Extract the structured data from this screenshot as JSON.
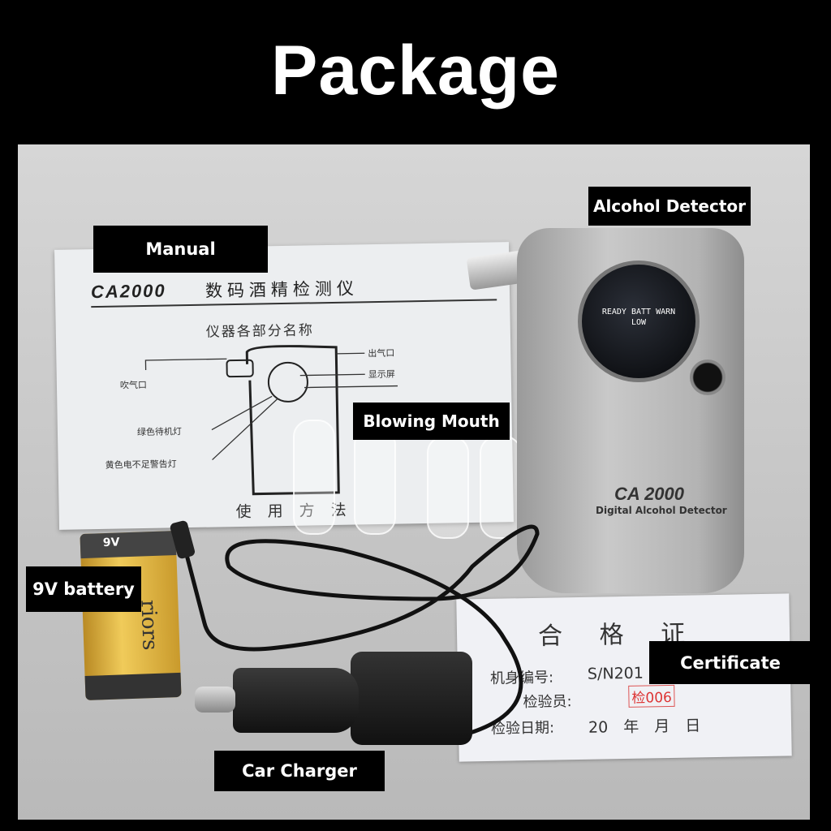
{
  "title": "Package",
  "labels": {
    "manual": "Manual",
    "alcohol_detector": "Alcohol Detector",
    "blowing_mouth": "Blowing Mouth",
    "battery": "9V battery",
    "certificate": "Certificate",
    "car_charger": "Car Charger"
  },
  "manual": {
    "model": "CA2000",
    "heading_cn": "数码酒精检测仪",
    "subheading_cn": "仪器各部分名称",
    "parts": [
      "吹气口",
      "出气口",
      "显示屏",
      "绿色待机灯",
      "黄色电不足警告灯"
    ],
    "footer_cn": "使用方法"
  },
  "device": {
    "display_line1": "READY BATT WARN",
    "display_line2": "LOW",
    "model": "CA 2000",
    "subtitle": "Digital Alcohol Detector"
  },
  "battery": {
    "voltage": "9V",
    "brand": "riors"
  },
  "certificate": {
    "title_cn": "合 格 证",
    "serial_label": "机身编号:",
    "serial_value": "S/N201",
    "inspector_label": "检验员:",
    "inspector_stamp": "检006",
    "date_label": "检验日期:",
    "date_value": "20　年　月　日"
  }
}
